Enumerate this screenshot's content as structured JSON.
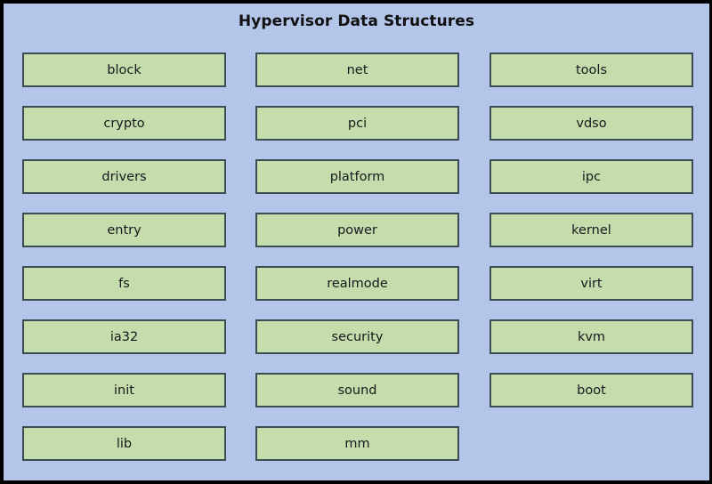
{
  "diagram": {
    "title": "Hypervisor Data Structures",
    "background_color": "#b3c5e8",
    "outer_border_color": "#000000",
    "node_fill_color": "#c5dcac",
    "node_border_color": "#3d4b52",
    "title_color": "#111111",
    "node_text_color": "#16191c",
    "columns": [
      {
        "name": "column-1",
        "nodes": [
          {
            "label": "block"
          },
          {
            "label": "crypto"
          },
          {
            "label": "drivers"
          },
          {
            "label": "entry"
          },
          {
            "label": "fs"
          },
          {
            "label": "ia32"
          },
          {
            "label": "init"
          },
          {
            "label": "lib"
          }
        ]
      },
      {
        "name": "column-2",
        "nodes": [
          {
            "label": "net"
          },
          {
            "label": "pci"
          },
          {
            "label": "platform"
          },
          {
            "label": "power"
          },
          {
            "label": "realmode"
          },
          {
            "label": "security"
          },
          {
            "label": "sound"
          },
          {
            "label": "mm"
          }
        ]
      },
      {
        "name": "column-3",
        "nodes": [
          {
            "label": "tools"
          },
          {
            "label": "vdso"
          },
          {
            "label": "ipc"
          },
          {
            "label": "kernel"
          },
          {
            "label": "virt"
          },
          {
            "label": "kvm"
          },
          {
            "label": "boot"
          }
        ]
      }
    ]
  }
}
